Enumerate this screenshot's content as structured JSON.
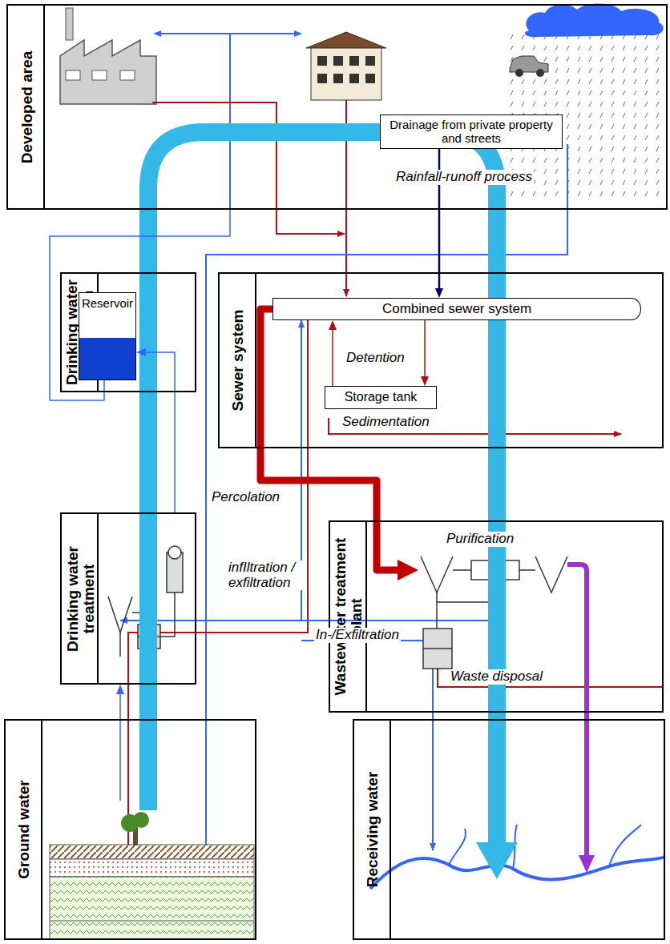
{
  "diagram": {
    "nodes": [
      {
        "text": [
          "Developed area"
        ]
      },
      {
        "text": [
          "Drainage from private property and streets"
        ],
        "in": 0
      },
      {
        "text": [
          "Drinking water distribution"
        ]
      },
      {
        "text": [
          "Reservoir"
        ],
        "in": 2
      },
      {
        "text": [
          "Sewer system"
        ]
      },
      {
        "text": [
          "Combined sewer system"
        ],
        "in": 4
      },
      {
        "text": [
          "Storage tank"
        ],
        "in": 4
      },
      {
        "text": [
          "Drinking water treatment"
        ]
      },
      {
        "text": [
          "Wastewater treatment plant"
        ]
      },
      {
        "text": [
          "Ground water"
        ]
      },
      {
        "text": [
          "Receiving water"
        ]
      }
    ],
    "edges": [
      {
        "from": 1,
        "to": 5,
        "arrow": "to"
      },
      {
        "from": 5,
        "to": 8,
        "arrow": "to"
      },
      {
        "from": 5,
        "to": 6,
        "label": "Detention",
        "arrow": "to"
      },
      {
        "from": 6,
        "to": 5,
        "arrow": "to"
      },
      {
        "from": 8,
        "to": 10,
        "arrow": "to"
      },
      {
        "from": 9,
        "to": 10,
        "arrow": "to"
      },
      {
        "from": 7,
        "to": 3,
        "arrow": "to"
      },
      {
        "from": 9,
        "to": 7,
        "arrow": "to"
      },
      {
        "from": 3,
        "to": 0,
        "arrow": "none"
      }
    ],
    "labels": [
      "Rainfall-runoff process",
      "Sedimentation",
      "Percolation",
      "infIltration / exfiltration",
      "Purification",
      "Waste disposal",
      "In-/Exfiltration"
    ]
  }
}
